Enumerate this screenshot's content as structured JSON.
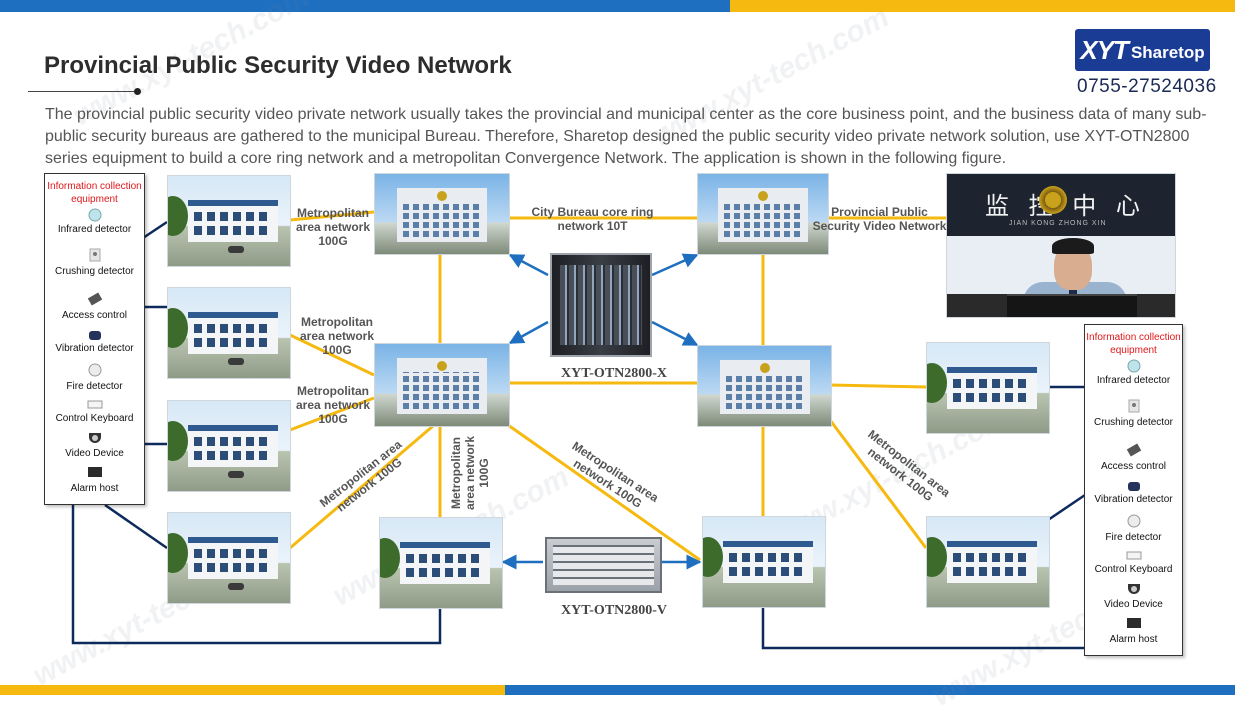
{
  "header": {
    "title": "Provincial Public Security Video Network",
    "intro": "The provincial public security video private network usually takes the provincial and municipal center as the core business point, and the business data of many sub-public security bureaus are gathered to the municipal Bureau. Therefore, Sharetop designed the public security video private network solution, use XYT-OTN2800 series equipment to build a core ring network and a metropolitan Convergence Network. The application is shown in the following figure."
  },
  "brand": {
    "logo_main": "XYT",
    "logo_sub": "Sharetop",
    "phone": "0755-27524036",
    "colors": {
      "brand_blue": "#1b3c95",
      "bar_blue": "#1f6fc0",
      "bar_yellow": "#f6b90f",
      "link_navy": "#0e2a5c",
      "arrow_blue": "#1f6fc0"
    }
  },
  "watermark": {
    "text": "www.xyt-tech.com"
  },
  "panels": [
    {
      "title": "Information collection equipment",
      "items": [
        {
          "label": "Infrared detector",
          "icon": "infrared-detector-icon"
        },
        {
          "label": "Crushing detector",
          "icon": "crushing-detector-icon"
        },
        {
          "label": "Access control",
          "icon": "access-control-icon"
        },
        {
          "label": "Vibration detector",
          "icon": "vibration-detector-icon"
        },
        {
          "label": "Fire detector",
          "icon": "fire-detector-icon"
        },
        {
          "label": "Control Keyboard",
          "icon": "control-keyboard-icon"
        },
        {
          "label": "Video Device",
          "icon": "video-device-icon"
        },
        {
          "label": "Alarm host",
          "icon": "alarm-host-icon"
        }
      ]
    },
    {
      "title": "Information collection equipment",
      "items": [
        {
          "label": "Infrared detector",
          "icon": "infrared-detector-icon"
        },
        {
          "label": "Crushing detector",
          "icon": "crushing-detector-icon"
        },
        {
          "label": "Access control",
          "icon": "access-control-icon"
        },
        {
          "label": "Vibration detector",
          "icon": "vibration-detector-icon"
        },
        {
          "label": "Fire detector",
          "icon": "fire-detector-icon"
        },
        {
          "label": "Control Keyboard",
          "icon": "control-keyboard-icon"
        },
        {
          "label": "Video Device",
          "icon": "video-device-icon"
        },
        {
          "label": "Alarm host",
          "icon": "alarm-host-icon"
        }
      ]
    }
  ],
  "link_labels": {
    "metro_1": "Metropolitan area network 100G",
    "metro_2": "Metropolitan area network 100G",
    "metro_3": "Metropolitan area network 100G",
    "metro_4": "Metropolitan area network 100G",
    "metro_5": "Metropolitan area network 100G",
    "metro_6": "Metropolitan area network 100G",
    "metro_7": "Metropolitan area network 100G",
    "core_ring": "City Bureau core ring network 10T",
    "provincial": "Provincial Public Security Video Network"
  },
  "devices": {
    "otn_x": "XYT-OTN2800-X",
    "otn_v": "XYT-OTN2800-V"
  },
  "control_center": {
    "sign_text": "监 控   中 心",
    "sign_pinyin": "JIAN  KONG        ZHONG  XIN"
  }
}
